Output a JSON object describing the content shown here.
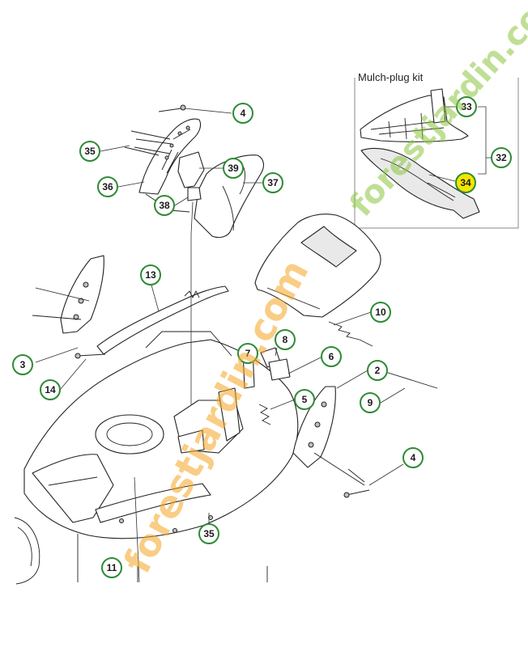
{
  "kit": {
    "title": "Mulch-plug kit"
  },
  "callouts": [
    {
      "id": "c4a",
      "label": "4"
    },
    {
      "id": "c35a",
      "label": "35"
    },
    {
      "id": "c36",
      "label": "36"
    },
    {
      "id": "c39",
      "label": "39"
    },
    {
      "id": "c37",
      "label": "37"
    },
    {
      "id": "c38",
      "label": "38"
    },
    {
      "id": "c33",
      "label": "33"
    },
    {
      "id": "c32",
      "label": "32"
    },
    {
      "id": "c34",
      "label": "34"
    },
    {
      "id": "c13",
      "label": "13"
    },
    {
      "id": "c10",
      "label": "10"
    },
    {
      "id": "c8",
      "label": "8"
    },
    {
      "id": "c7",
      "label": "7"
    },
    {
      "id": "c6",
      "label": "6"
    },
    {
      "id": "c2",
      "label": "2"
    },
    {
      "id": "c3",
      "label": "3"
    },
    {
      "id": "c14",
      "label": "14"
    },
    {
      "id": "c5",
      "label": "5"
    },
    {
      "id": "c9",
      "label": "9"
    },
    {
      "id": "c4b",
      "label": "4"
    },
    {
      "id": "c35b",
      "label": "35"
    },
    {
      "id": "c11",
      "label": "11"
    }
  ],
  "watermark": {
    "text": "forestjardin.com"
  },
  "colors": {
    "callout_ring": "#2e8b35",
    "highlight": "#f4e600",
    "watermark_green": "#8cc63f",
    "watermark_orange": "#f5a623"
  }
}
